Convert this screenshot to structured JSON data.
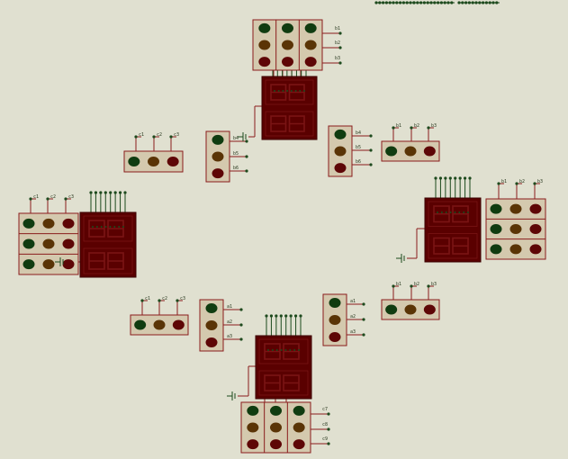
{
  "colors": {
    "background": "#e0e0d0",
    "panel_fill": "#d4c9ae",
    "panel_stroke": "#8a1c1c",
    "wire": "#8a1c1c",
    "pin_dot": "#1d4a1d",
    "lamp_green": "#103c10",
    "lamp_amber": "#5a3406",
    "lamp_red": "#5e0606",
    "display_body": "#5a0000",
    "display_segment": "#7a1414"
  },
  "icons": {
    "traffic_light": "traffic-light-icon",
    "display": "seven-segment-display-icon",
    "ground": "ground-symbol-icon",
    "terminal": "terminal-pin-icon"
  },
  "labels": {
    "north_light_pins": [
      "b1",
      "b2",
      "b3"
    ],
    "north_left_pins": [
      "b4",
      "b5",
      "b6"
    ],
    "north_right_pins": [
      "b4",
      "b5",
      "b6"
    ],
    "north_right_light_pins": [
      "b1",
      "b2",
      "b3"
    ],
    "west_light_pins": [
      "c1",
      "c2",
      "c3"
    ],
    "west_top_light_pins": [
      "c1",
      "c2",
      "c3"
    ],
    "east_light_pins": [
      "b1",
      "b2",
      "b3"
    ],
    "south_left_pins": [
      "a1",
      "a2",
      "a3"
    ],
    "south_right_pins": [
      "a1",
      "a2",
      "a3"
    ],
    "south_left_light_pins": [
      "c1",
      "c2",
      "c3"
    ],
    "south_right_light_pins": [
      "b1",
      "b2",
      "b3"
    ],
    "south_light_pins": [
      "c7",
      "c8",
      "c9"
    ]
  }
}
